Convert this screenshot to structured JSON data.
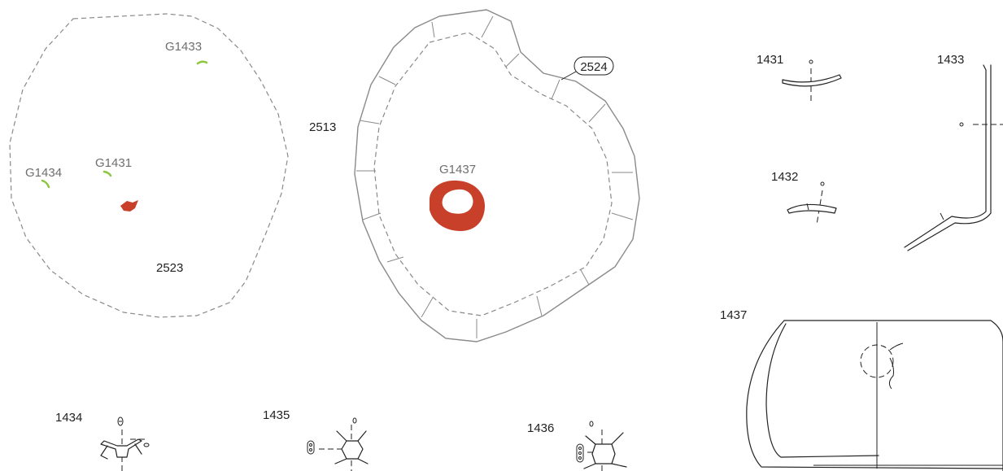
{
  "colors": {
    "background": "#ffffff",
    "pit_outline": "#8a8a8a",
    "fragment_green": "#8cc63f",
    "fragment_red": "#c8402a",
    "ink": "#222222"
  },
  "plan_a": {
    "feature_label": "2523",
    "finds": [
      {
        "id": "G1433",
        "color": "green"
      },
      {
        "id": "G1434",
        "color": "green"
      },
      {
        "id": "G1431",
        "color": "green"
      }
    ]
  },
  "plan_b": {
    "cut_label": "2513",
    "fill_label": "2524",
    "finds": [
      {
        "id": "G1437",
        "color": "red"
      }
    ]
  },
  "objects": [
    {
      "id": "1431",
      "icon": "curved-fragment"
    },
    {
      "id": "1433",
      "icon": "long-rod"
    },
    {
      "id": "1432",
      "icon": "curved-fragment"
    },
    {
      "id": "1437",
      "icon": "vessel-profile"
    },
    {
      "id": "1434",
      "icon": "four-arm-fitting"
    },
    {
      "id": "1435",
      "icon": "four-arm-fitting"
    },
    {
      "id": "1436",
      "icon": "four-arm-fitting"
    }
  ]
}
